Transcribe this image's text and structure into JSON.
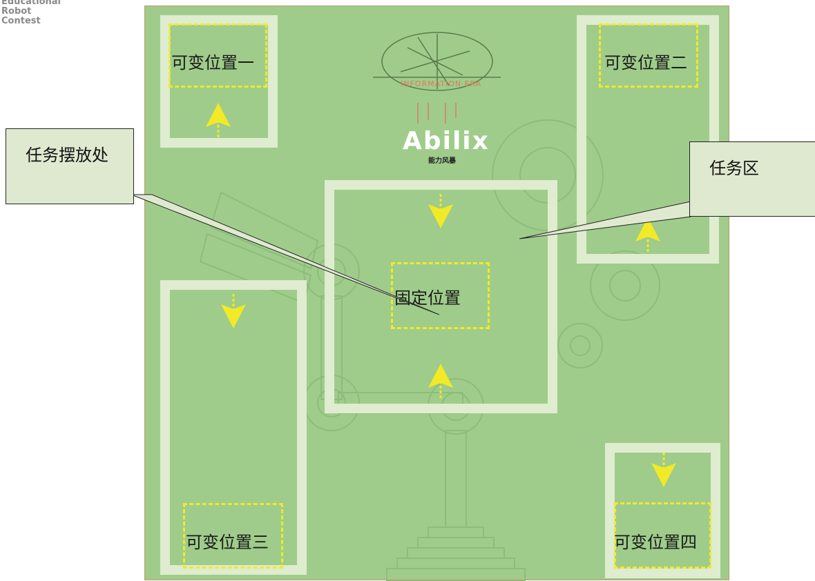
{
  "brand": {
    "line1": "Educational",
    "line2": "Robot",
    "line3": "Contest"
  },
  "mat": {
    "logo_title": "INFORMATION ERA",
    "logo_name": "Abilix",
    "logo_subtitle": "能力风暴",
    "colors": {
      "mat": "#9fcc8b",
      "zone_border": "#dfeccf",
      "dashed": "#f2ea26",
      "arrow": "#f2ea26"
    }
  },
  "positions": {
    "variable_1": "可变位置一",
    "variable_2": "可变位置二",
    "variable_3": "可变位置三",
    "variable_4": "可变位置四",
    "fixed": "固定位置"
  },
  "callouts": {
    "task_placement": "任务摆放处",
    "task_area": "任务区"
  }
}
